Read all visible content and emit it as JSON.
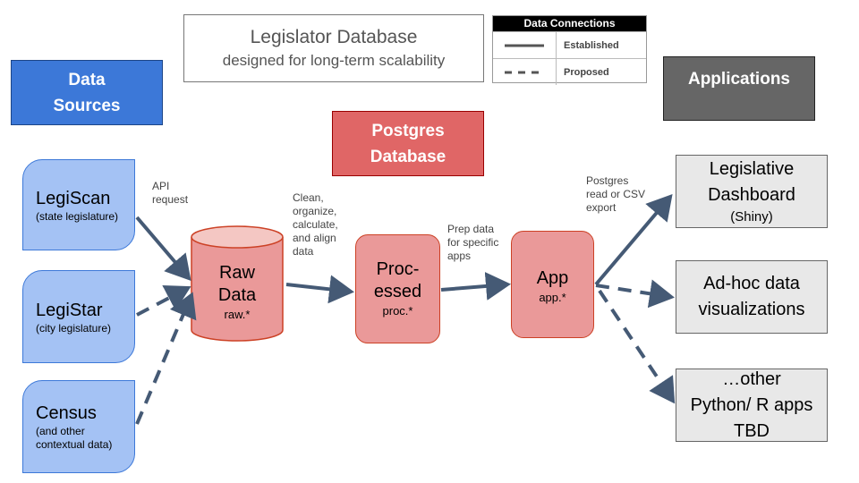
{
  "title": {
    "main": "Legislator Database",
    "sub": "designed for long-term scalability"
  },
  "legend": {
    "header": "Data Connections",
    "established": "Established",
    "proposed": "Proposed"
  },
  "headers": {
    "sources": [
      "Data",
      "Sources"
    ],
    "database": [
      "Postgres",
      "Database"
    ],
    "applications": "Applications"
  },
  "sources": [
    {
      "name": "LegiScan",
      "sub": "(state legislature)"
    },
    {
      "name": "LegiStar",
      "sub": "(city legislature)"
    },
    {
      "name": "Census",
      "sub": "(and other contextual data)"
    }
  ],
  "nodes": {
    "raw": {
      "name": [
        "Raw",
        "Data"
      ],
      "sub": "raw.*"
    },
    "processed": {
      "name": [
        "Proc-",
        "essed"
      ],
      "sub": "proc.*"
    },
    "app": {
      "name": "App",
      "sub": "app.*"
    }
  },
  "apps": [
    [
      "Legislative",
      "Dashboard",
      "(Shiny)"
    ],
    [
      "Ad-hoc data",
      "visualizations"
    ],
    [
      "…other",
      "Python/ R apps",
      "TBD"
    ]
  ],
  "labels": {
    "api": "API\nrequest",
    "clean": "Clean,\norganize,\ncalculate,\nand align\ndata",
    "prep": "Prep data\nfor specific\napps",
    "postgres": "Postgres\nread or CSV\nexport"
  },
  "colors": {
    "source_fill": "#a4c2f4",
    "source_header": "#3c78d8",
    "database_header": "#e06666",
    "node_fill": "#ea9999",
    "app_fill": "#e8e8e8",
    "app_header": "#666666",
    "arrow": "#455a75"
  }
}
